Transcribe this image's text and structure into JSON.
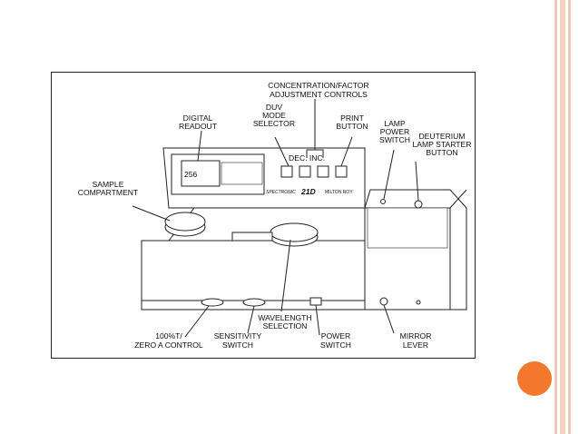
{
  "diagram": {
    "labels": {
      "concentration": [
        "CONCENTRATION/FACTOR",
        "ADJUSTMENT CONTROLS"
      ],
      "digital_readout": [
        "DIGITAL",
        "READOUT"
      ],
      "duv_mode": [
        "DUV",
        "MODE",
        "SELECTOR"
      ],
      "print_button": [
        "PRINT",
        "BUTTON"
      ],
      "lamp_power": [
        "LAMP",
        "POWER",
        "SWITCH"
      ],
      "deuterium": [
        "DEUTERIUM",
        "LAMP STARTER",
        "BUTTON"
      ],
      "sample_compartment": [
        "SAMPLE",
        "COMPARTMENT"
      ],
      "zero_control": [
        "100%T/",
        "ZERO A CONTROL"
      ],
      "sensitivity": [
        "SENSITIVITY",
        "SWITCH"
      ],
      "wavelength": [
        "WAVELENGTH",
        "SELECTION"
      ],
      "power_switch": [
        "POWER",
        "SWITCH"
      ],
      "mirror_lever": [
        "MIRROR",
        "LEVER"
      ]
    },
    "device": {
      "display_value": "256",
      "dec_inc_label": "DEC. INC.",
      "brand": "SPECTRONIC",
      "model": "21D",
      "maker": "MILTON ROY"
    }
  },
  "colors": {
    "accent_circle": "#f4772e",
    "edge_stripes": "#f2c9b8"
  }
}
